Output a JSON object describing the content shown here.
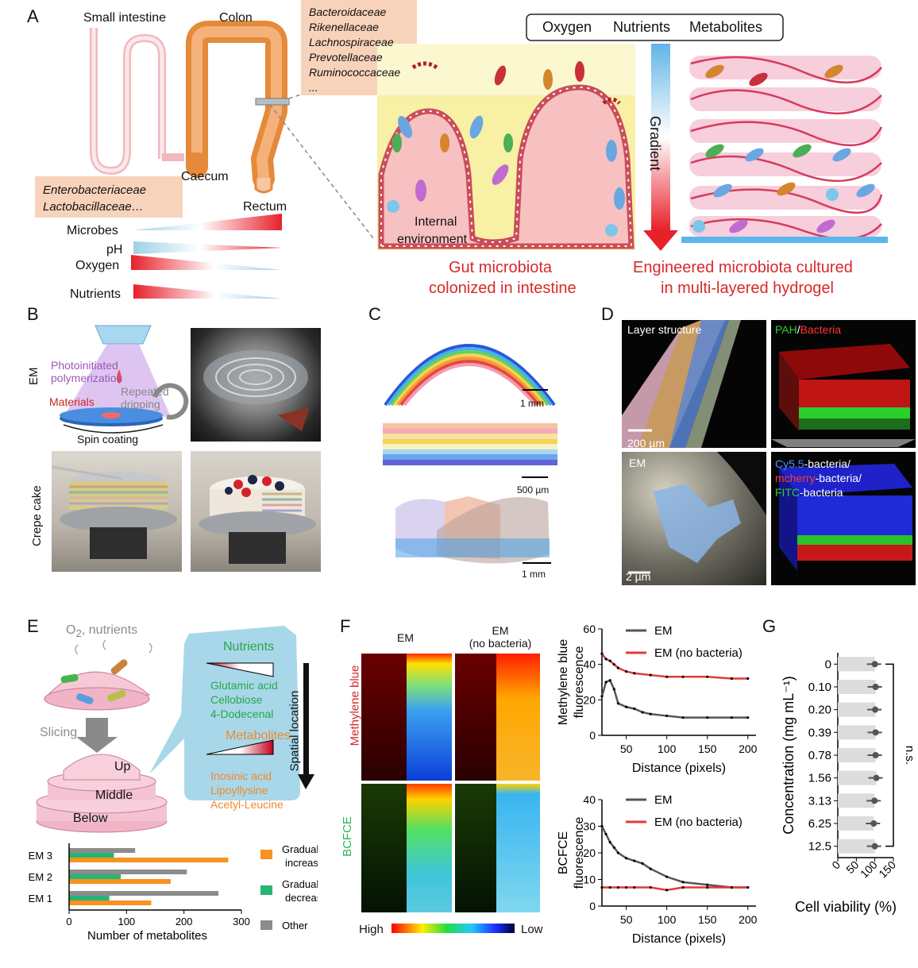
{
  "panel_labels": {
    "a": "A",
    "b": "B",
    "c": "C",
    "d": "D",
    "e": "E",
    "f": "F",
    "g": "G"
  },
  "panelA": {
    "small_intestine": "Small intestine",
    "colon": "Colon",
    "caecum": "Caecum",
    "rectum": "Rectum",
    "colon_families": [
      "Bacteroidaceae",
      "Rikenellaceae",
      "Lachnospiraceae",
      "Prevotellaceae",
      "Ruminococcaceae",
      "..."
    ],
    "si_families": [
      "Enterobacteriaceae",
      "Lactobacillaceae…"
    ],
    "gradients": [
      "Microbes",
      "pH",
      "Oxygen",
      "Nutrients"
    ],
    "internal_env_1": "Internal",
    "internal_env_2": "environment",
    "gut_caption_1": "Gut microbiota",
    "gut_caption_2": "colonized in intestine",
    "header_box": [
      "Oxygen",
      "Nutrients",
      "Metabolites"
    ],
    "gradient_label": "Gradient",
    "eng_caption_1": "Engineered microbiota cultured",
    "eng_caption_2": "in multi-layered hydrogel"
  },
  "panelB": {
    "em": "EM",
    "photo_1": "Photoinitiated",
    "photo_2": "polymerization",
    "repeated": "Repeated",
    "dripping": "dripping",
    "materials": "Materials",
    "spin": "Spin coating",
    "crepe": "Crepe cake"
  },
  "panelC": {
    "scale_1": "1 mm",
    "scale_2": "500 µm",
    "scale_3": "1 mm"
  },
  "panelD": {
    "layer": "Layer structure",
    "scale_a": "200 µm",
    "pah": "PAH",
    "slash": "/",
    "bacteria": "Bacteria",
    "em": "EM",
    "scale_b": "2 µm",
    "cy55": "Cy5.5",
    "cy55_rest": "-bacteria/",
    "mcherry": "mcherry",
    "mcherry_rest": "-bacteria/",
    "fitc": "FITC",
    "fitc_rest": "-bacteria"
  },
  "panelE": {
    "o2": "O",
    "o2_sub": "2",
    "o2_rest": ", nutrients",
    "slicing": "Slicing",
    "up": "Up",
    "middle": "Middle",
    "below": "Below",
    "nutrients_title": "Nutrients",
    "nutrients": [
      "Glutamic acid",
      "Cellobiose",
      "4-Dodecenal"
    ],
    "metabolites_title": "Metabolites",
    "metabolites": [
      "Inosinic acid",
      "Lipoyllysine",
      "Acetyl-Leucine"
    ],
    "spatial": "Spatial location",
    "colors": {
      "increase": "#f7931e",
      "decrease": "#27b474",
      "other": "#8c8c8c"
    }
  },
  "panelF": {
    "em": "EM",
    "em_nb_1": "EM",
    "em_nb_2": "(no bacteria)",
    "methylene": "Methylene blue",
    "bcfce": "BCFCE",
    "high": "High",
    "low": "Low"
  },
  "chart_data": [
    {
      "type": "bar",
      "orientation": "horizontal",
      "categories": [
        "EM 3",
        "EM 2",
        "EM 1"
      ],
      "series": [
        {
          "name": "Gradually increase",
          "color": "#f7931e",
          "values": [
            277,
            177,
            143
          ]
        },
        {
          "name": "Gradually decrease",
          "color": "#27b474",
          "values": [
            78,
            90,
            70
          ]
        },
        {
          "name": "Other",
          "color": "#8c8c8c",
          "values": [
            115,
            205,
            260
          ]
        }
      ],
      "legend": [
        "Gradually",
        "increase",
        "Gradually",
        "decrease",
        "Other"
      ],
      "xlabel": "Number of metabolites",
      "xlim": [
        0,
        300
      ],
      "xticks": [
        0,
        100,
        200,
        300
      ]
    },
    {
      "type": "line",
      "series": [
        {
          "name": "EM",
          "color": "#555555",
          "x": [
            20,
            25,
            30,
            35,
            40,
            50,
            60,
            70,
            80,
            100,
            120,
            150,
            180,
            200
          ],
          "y": [
            22,
            30,
            31,
            26,
            18,
            16,
            15,
            13,
            12,
            11,
            10,
            10,
            10,
            10
          ]
        },
        {
          "name": "EM (no bacteria)",
          "color": "#e03b3b",
          "x": [
            20,
            25,
            30,
            35,
            40,
            50,
            60,
            80,
            100,
            120,
            150,
            180,
            200
          ],
          "y": [
            46,
            43,
            42,
            40,
            38,
            36,
            35,
            34,
            33,
            33,
            33,
            32,
            32
          ]
        }
      ],
      "ylabel_1": "Methylene blue",
      "ylabel_2": "fluorescence",
      "xlabel": "Distance (pixels)",
      "xlim": [
        20,
        210
      ],
      "ylim": [
        0,
        60
      ],
      "xticks": [
        50,
        100,
        150,
        200
      ],
      "yticks": [
        0,
        20,
        40,
        60
      ]
    },
    {
      "type": "line",
      "series": [
        {
          "name": "EM",
          "color": "#555555",
          "x": [
            20,
            25,
            30,
            35,
            40,
            50,
            60,
            70,
            80,
            100,
            120,
            150,
            180,
            200
          ],
          "y": [
            30,
            27,
            24,
            22,
            20,
            18,
            17,
            16,
            14,
            11,
            9,
            8,
            7,
            7
          ]
        },
        {
          "name": "EM (no bacteria)",
          "color": "#e03b3b",
          "x": [
            20,
            30,
            40,
            50,
            60,
            80,
            100,
            120,
            150,
            180,
            200
          ],
          "y": [
            7,
            7,
            7,
            7,
            7,
            7,
            6,
            7,
            7,
            7,
            7
          ]
        }
      ],
      "ylabel_1": "BCFCE",
      "ylabel_2": "fluorescence",
      "xlabel": "Distance (pixels)",
      "xlim": [
        20,
        210
      ],
      "ylim": [
        0,
        40
      ],
      "xticks": [
        50,
        100,
        150,
        200
      ],
      "yticks": [
        0,
        10,
        20,
        30,
        40
      ]
    },
    {
      "type": "bar",
      "orientation": "horizontal",
      "categories": [
        "0",
        "0.10",
        "0.20",
        "0.39",
        "0.78",
        "1.56",
        "3.13",
        "6.25",
        "12.5"
      ],
      "values": [
        100,
        102,
        101,
        102,
        102,
        104,
        99,
        97,
        100
      ],
      "ylabel": "Concentration (mg mL⁻¹)",
      "xlabel": "Cell viability (%)",
      "xlim": [
        0,
        150
      ],
      "xticks": [
        0,
        50,
        100,
        150
      ],
      "annotation": "n.s."
    }
  ]
}
